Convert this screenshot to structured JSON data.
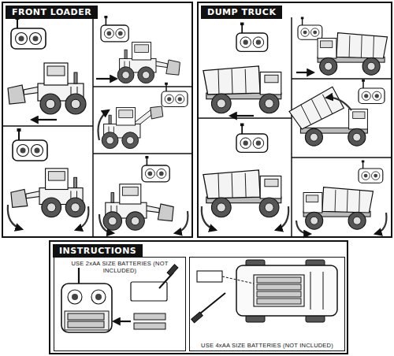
{
  "diagram": {
    "nodes": [
      {
        "text": [
          "FRONT LOADER"
        ]
      },
      {
        "text": [
          "DUMP TRUCK"
        ]
      },
      {
        "text": [
          "INSTRUCTIONS"
        ]
      },
      {
        "text": [
          "USE 2xAA SIZE BATTERIES (NOT INCLUDED)"
        ],
        "in": 2
      },
      {
        "text": [
          "USE 4xAA SIZE BATTERIES (NOT INCLUDED)"
        ],
        "in": 2
      }
    ]
  }
}
